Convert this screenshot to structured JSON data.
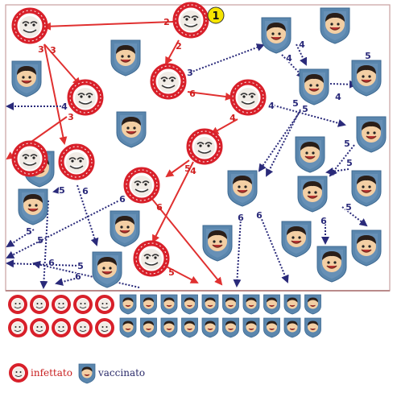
{
  "step_badge": "1",
  "legend": {
    "infected_label": "infettato",
    "vaccinated_label": "vaccinato"
  },
  "colors": {
    "infected_arrow": "#e03030",
    "vaccinated_arrow": "#2a2a7a",
    "infected_ring": "#d8202a",
    "shield": "#5a86ad",
    "badge": "#f5e400",
    "frame": "#c9a0a0"
  },
  "icons": {
    "infected": "troll-face-infected-icon",
    "vaccinated": "shield-face-vaccinated-icon"
  },
  "diagram": {
    "infected_nodes": [
      {
        "id": "I1"
      },
      {
        "id": "I2"
      },
      {
        "id": "I3"
      },
      {
        "id": "I4"
      },
      {
        "id": "I5"
      },
      {
        "id": "I6"
      },
      {
        "id": "I7"
      },
      {
        "id": "I8"
      },
      {
        "id": "I9"
      },
      {
        "id": "I10"
      }
    ],
    "vaccinated_nodes": [
      {
        "id": "V1"
      },
      {
        "id": "V2"
      },
      {
        "id": "V3"
      },
      {
        "id": "V4"
      },
      {
        "id": "V5"
      },
      {
        "id": "V6"
      },
      {
        "id": "V7"
      },
      {
        "id": "V8"
      },
      {
        "id": "V9"
      },
      {
        "id": "V10"
      },
      {
        "id": "V11"
      },
      {
        "id": "V12"
      },
      {
        "id": "V13"
      },
      {
        "id": "V14"
      },
      {
        "id": "V15"
      },
      {
        "id": "V16"
      },
      {
        "id": "V17"
      },
      {
        "id": "V18"
      },
      {
        "id": "V19"
      },
      {
        "id": "V20"
      }
    ],
    "infection_arrows": [
      {
        "label": "2"
      },
      {
        "label": "2"
      },
      {
        "label": "3"
      },
      {
        "label": "3"
      },
      {
        "label": "3"
      },
      {
        "label": "4"
      },
      {
        "label": "4"
      },
      {
        "label": "5"
      },
      {
        "label": "5"
      },
      {
        "label": "6"
      },
      {
        "label": "6"
      }
    ],
    "contact_arrows": [
      {
        "label": "3"
      },
      {
        "label": "4"
      },
      {
        "label": "4"
      },
      {
        "label": "4"
      },
      {
        "label": "4"
      },
      {
        "label": "4"
      },
      {
        "label": "5"
      },
      {
        "label": "5"
      },
      {
        "label": "5"
      },
      {
        "label": "5"
      },
      {
        "label": "5"
      },
      {
        "label": "5"
      },
      {
        "label": "5"
      },
      {
        "label": "6"
      },
      {
        "label": "6"
      },
      {
        "label": "6"
      },
      {
        "label": "6"
      },
      {
        "label": "6"
      },
      {
        "label": "5"
      },
      {
        "label": "5"
      },
      {
        "label": "6"
      },
      {
        "label": "5"
      },
      {
        "label": "6"
      }
    ],
    "tally": {
      "infected_count": 10,
      "vaccinated_count": 20
    }
  }
}
